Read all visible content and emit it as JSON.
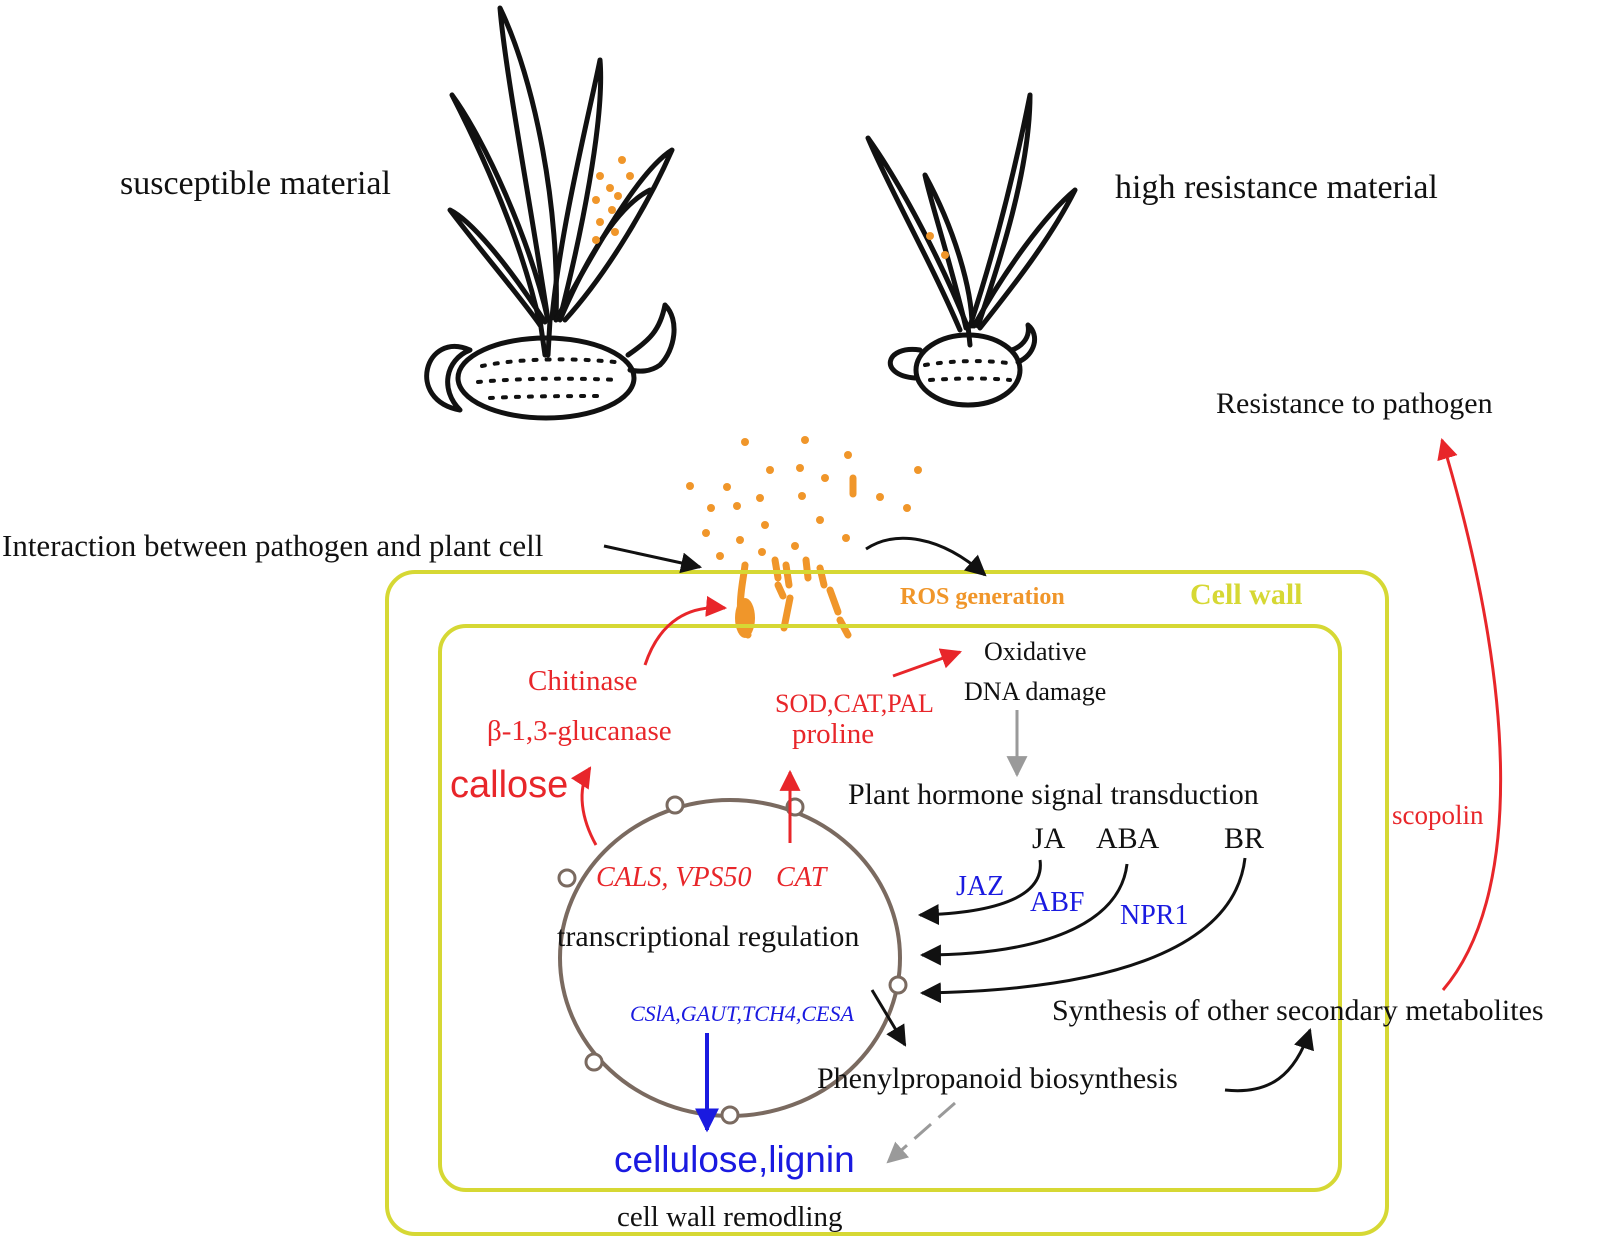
{
  "labels": {
    "susceptible": "susceptible material",
    "resistant": "high resistance material",
    "interaction": "Interaction between pathogen and plant cell",
    "resistance": "Resistance to pathogen",
    "ros": "ROS generation",
    "cell_wall": "Cell wall",
    "oxidative": "Oxidative",
    "dna_damage": "DNA damage",
    "chitinase": "Chitinase",
    "glucanase": "β-1,3-glucanase",
    "callose": "callose",
    "sod": "SOD,CAT,PAL",
    "proline": "proline",
    "hormone": "Plant hormone signal transduction",
    "ja": "JA",
    "aba": "ABA",
    "br": "BR",
    "scopolin": "scopolin",
    "cals": "CALS, VPS50",
    "cat": "CAT",
    "jaz": "JAZ",
    "abf": "ABF",
    "npr1": "NPR1",
    "transcription": "transcriptional regulation",
    "secondary": "Synthesis of other secondary metabolites",
    "genes_cw": "CSlA,GAUT,TCH4,CESA",
    "phenyl": "Phenylpropanoid biosynthesis",
    "cellulose": "cellulose,lignin",
    "remodeling": "cell wall remodling"
  },
  "colors": {
    "red": "#e8262a",
    "blue": "#1a1ae0",
    "orange": "#f0962a",
    "yellow": "#d6d834",
    "gray": "#9a9a9a",
    "nucleus": "#7a6a60",
    "black": "#111111"
  }
}
